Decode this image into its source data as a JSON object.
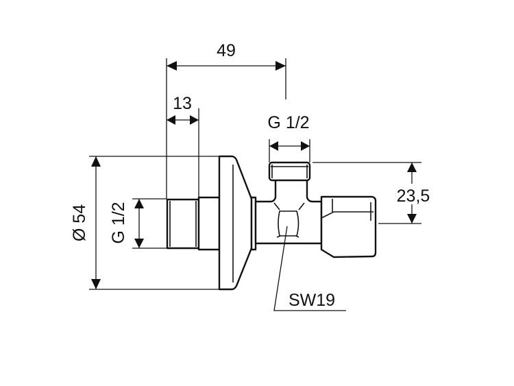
{
  "drawing": {
    "dimensions": {
      "overall_length": "49",
      "thread_length": "13",
      "top_outlet_thread": "G 1/2",
      "outlet_height": "23,5",
      "flange_diameter": "Ø 54",
      "inlet_thread": "G 1/2",
      "wrench_size": "SW19"
    },
    "line_color": "#111111"
  }
}
